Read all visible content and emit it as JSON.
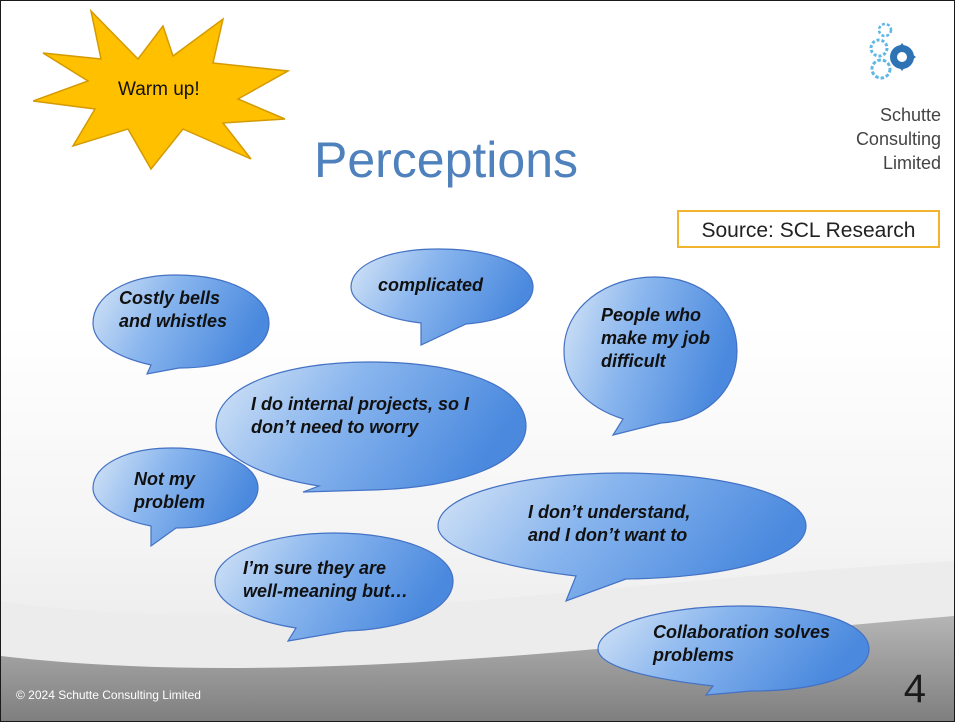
{
  "slide": {
    "title": "Perceptions",
    "warmup_label": "Warm up!",
    "source_label": "Source: SCL Research",
    "logo_lines": [
      "Schutte",
      "Consulting",
      "Limited"
    ],
    "footer": "© 2024 Schutte Consulting Limited",
    "page_number": "4"
  },
  "bubbles": [
    {
      "lines": [
        "Costly bells",
        "and whistles"
      ]
    },
    {
      "lines": [
        "complicated"
      ]
    },
    {
      "lines": [
        "People who",
        "make my job",
        "difficult"
      ]
    },
    {
      "lines": [
        "I do internal projects, so I",
        "don’t need to worry"
      ]
    },
    {
      "lines": [
        "Not my",
        "problem"
      ]
    },
    {
      "lines": [
        "I don’t understand,",
        "and I don’t want to"
      ]
    },
    {
      "lines": [
        "I’m sure they are",
        "well-meaning but…"
      ]
    },
    {
      "lines": [
        "Collaboration solves",
        "problems"
      ]
    }
  ],
  "colors": {
    "title": "#4f81bd",
    "bubble_light": "#cfe0f5",
    "bubble_dark": "#4e8ee0",
    "bubble_border": "#4472c4",
    "burst_fill": "#ffc000",
    "source_border": "#f2b42f",
    "footer_band": "#8c8c8c"
  },
  "icons": [
    "gears-logo-icon",
    "starburst-shape"
  ]
}
